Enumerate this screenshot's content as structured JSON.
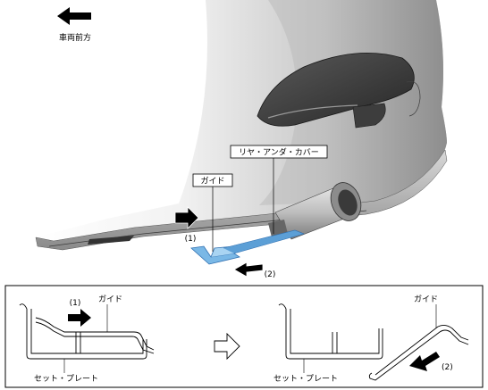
{
  "direction": {
    "label": "車両前方"
  },
  "callouts": {
    "rear_under_cover": "リヤ・アンダ・カバー",
    "guide_top": "ガイド",
    "step_1": "(1)",
    "step_2": "(2)"
  },
  "detail_left": {
    "step_1": "(1)",
    "guide": "ガイド",
    "set_plate": "セット・プレート"
  },
  "detail_right": {
    "guide": "ガイド",
    "set_plate": "セット・プレート",
    "step_2": "(2)"
  },
  "colors": {
    "guide_part": "#7ab8e6",
    "guide_edge": "#2f6fb0",
    "arrow": "#000000"
  }
}
